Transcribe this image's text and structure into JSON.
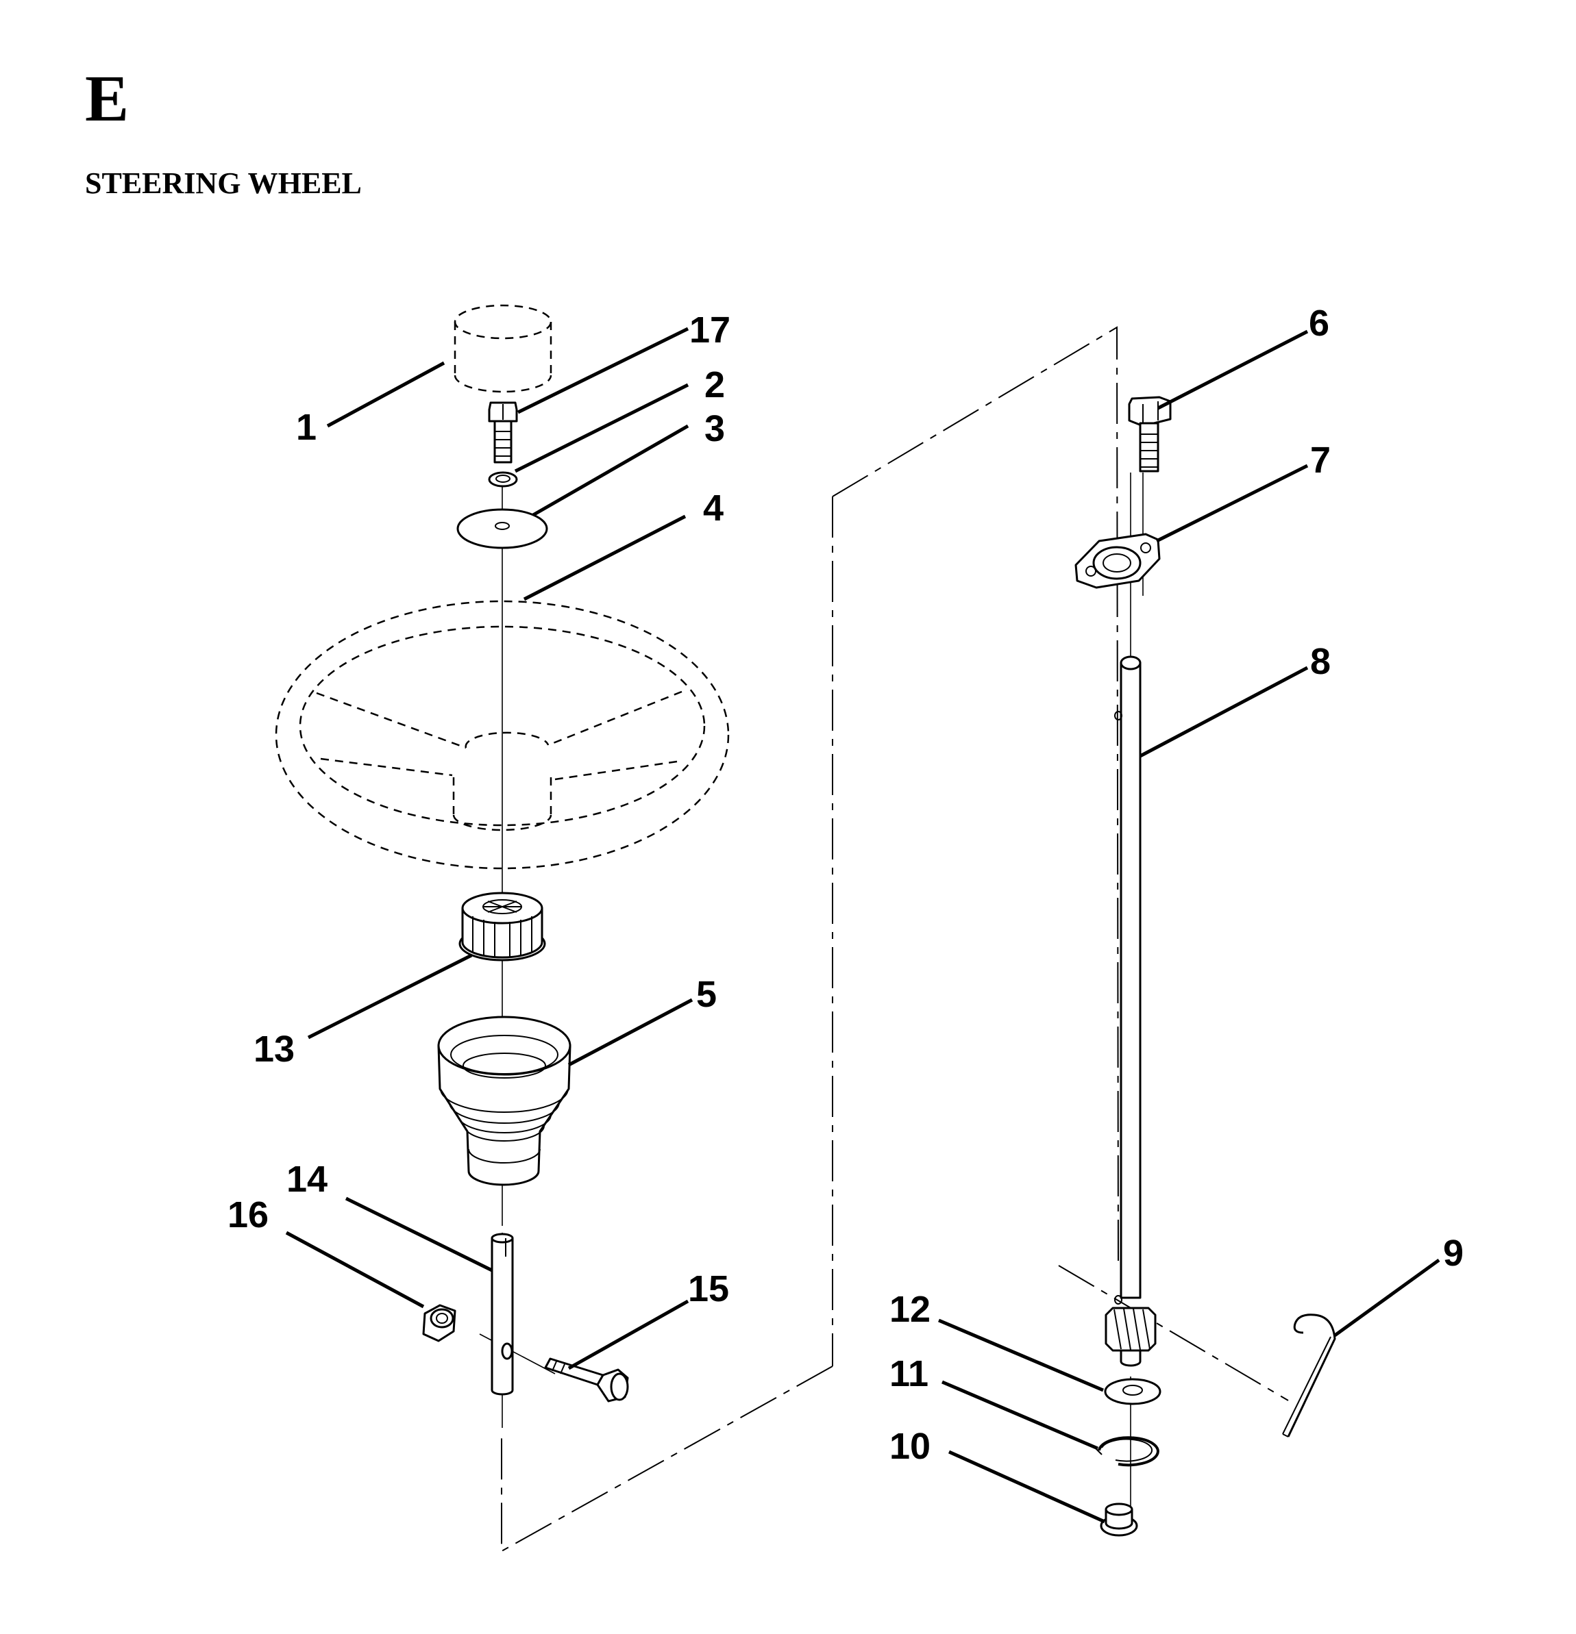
{
  "page": {
    "section_letter": "E",
    "section_title": "STEERING WHEEL"
  },
  "callouts": {
    "c1": "1",
    "c2": "2",
    "c3": "3",
    "c4": "4",
    "c5": "5",
    "c6": "6",
    "c7": "7",
    "c8": "8",
    "c9": "9",
    "c10": "10",
    "c11": "11",
    "c12": "12",
    "c13": "13",
    "c14": "14",
    "c15": "15",
    "c16": "16",
    "c17": "17"
  },
  "colors": {
    "line": "#000000",
    "background": "#ffffff"
  }
}
